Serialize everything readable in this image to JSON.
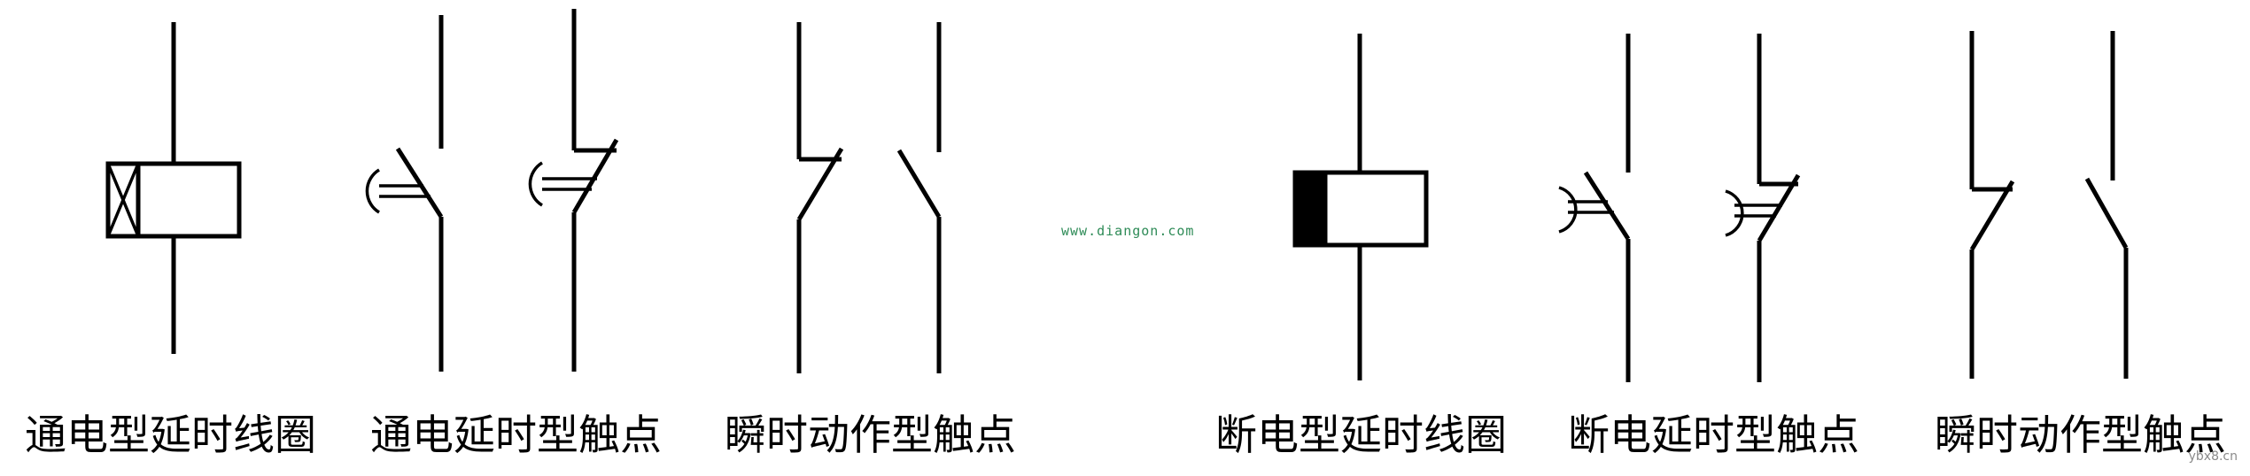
{
  "captions": {
    "on_delay_coil": "通电型延时线圈",
    "on_delay_contacts": "通电延时型触点",
    "instant_contacts_left": "瞬时动作型触点",
    "off_delay_coil": "断电型延时线圈",
    "off_delay_contacts": "断电延时型触点",
    "instant_contacts_right": "瞬时动作型触点"
  },
  "watermark": "www.diangon.com",
  "corner_mark": "ybx8.cn"
}
